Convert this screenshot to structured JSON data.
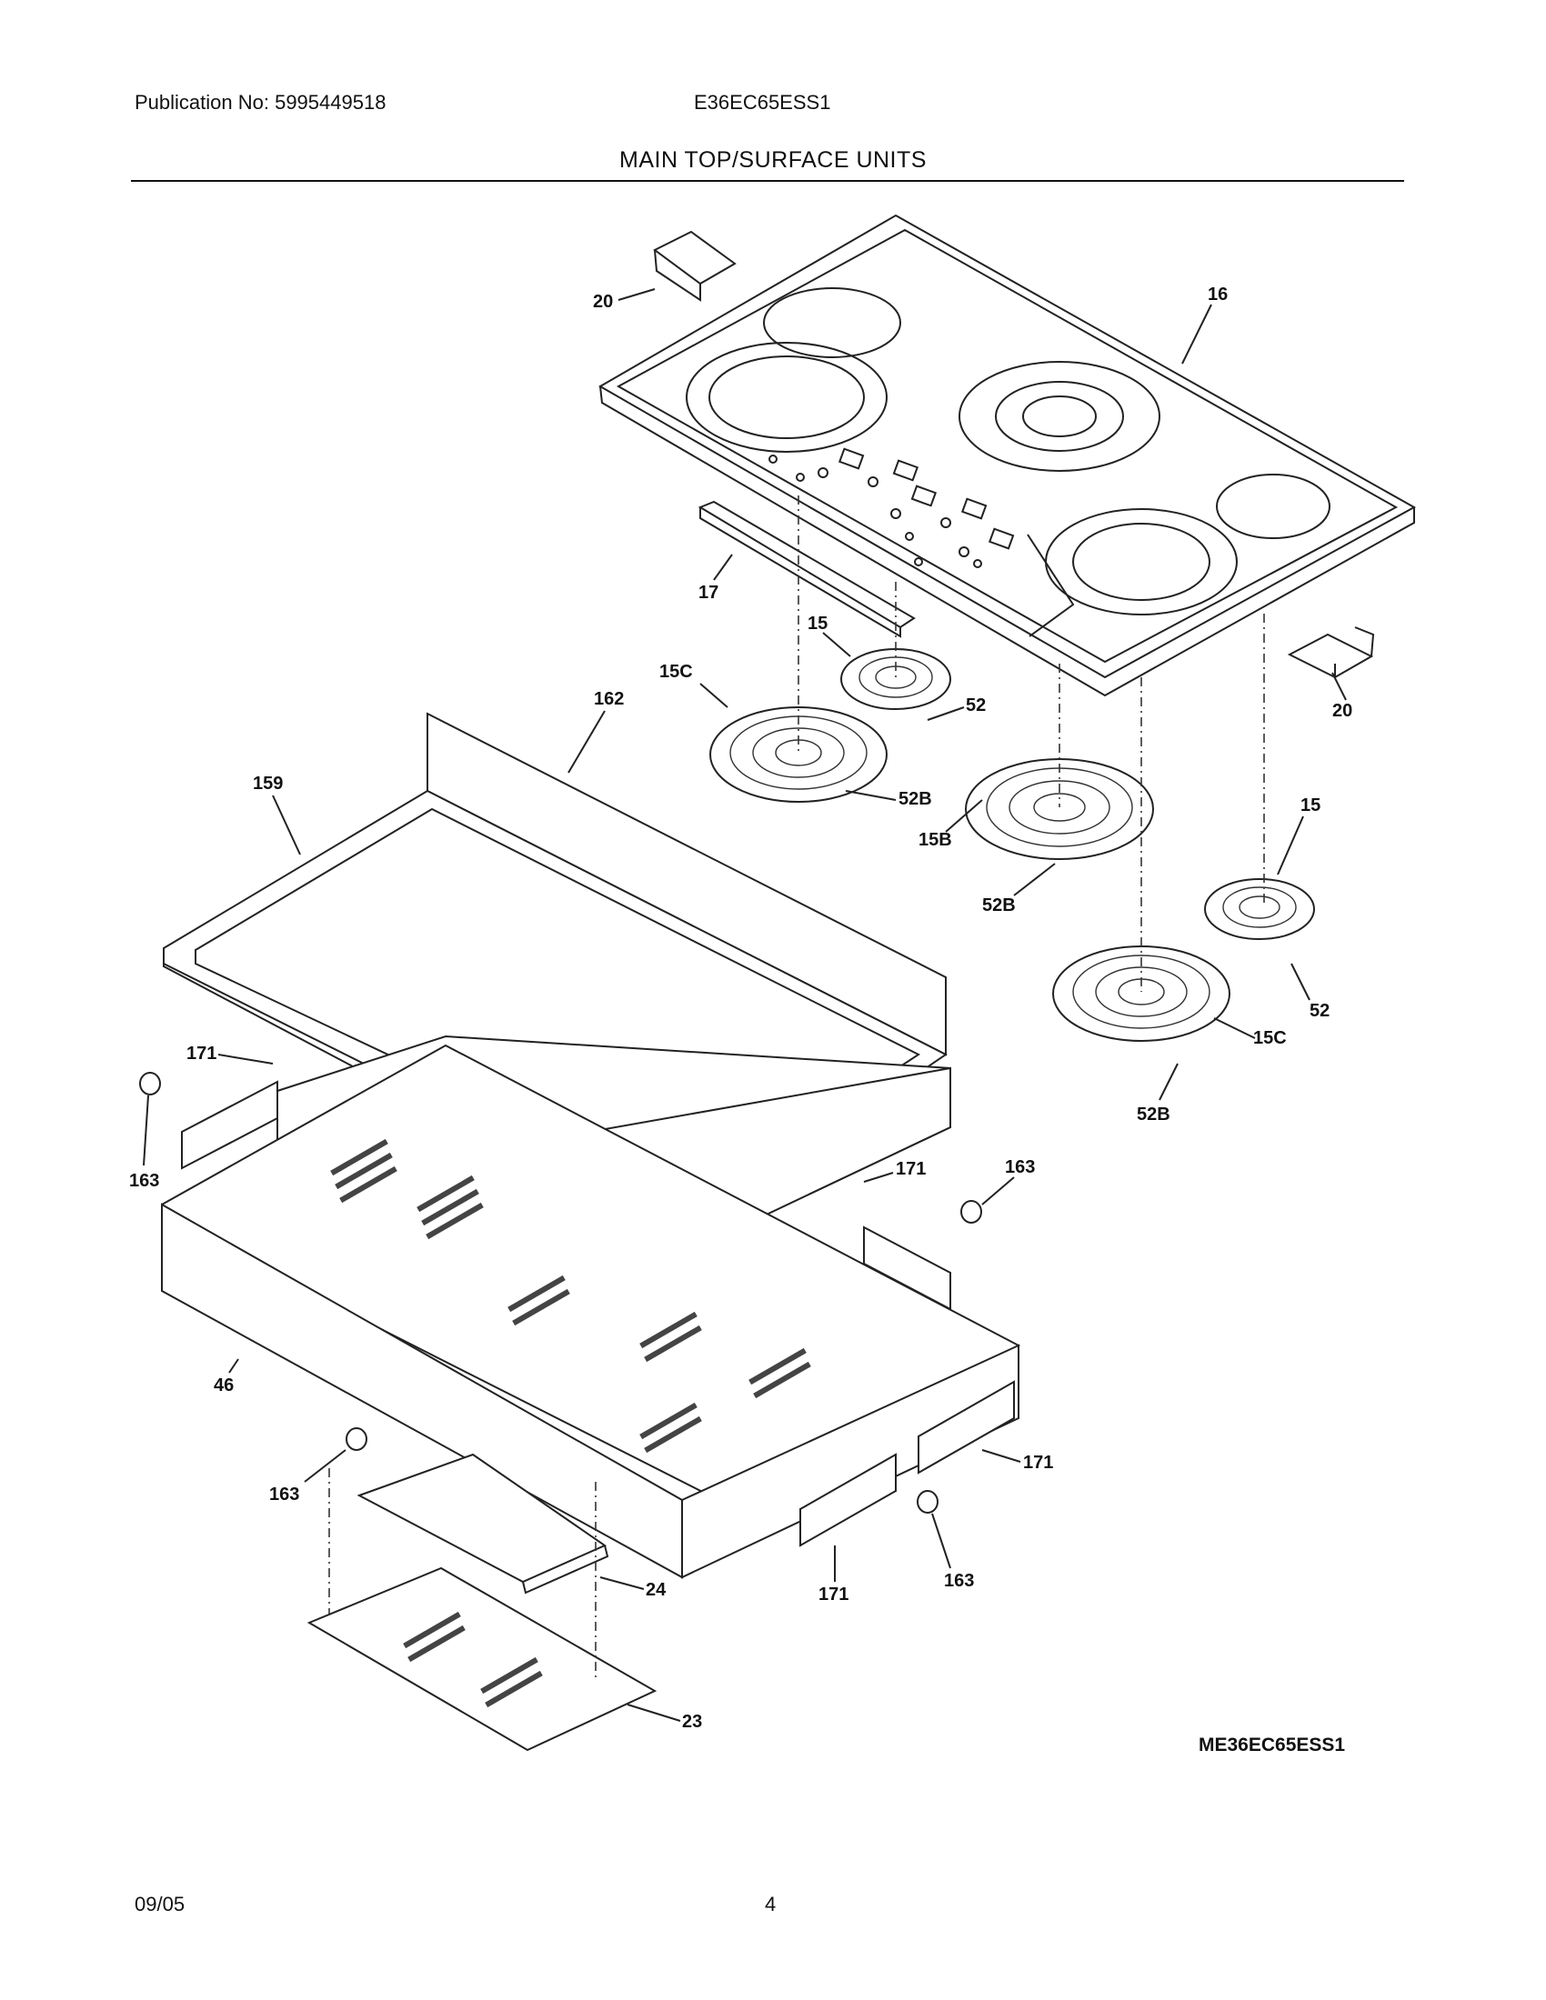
{
  "header": {
    "publication": "Publication No: 5995449518",
    "model": "E36EC65ESS1",
    "title": "MAIN TOP/SURFACE UNITS"
  },
  "diagram": {
    "code": "ME36EC65ESS1",
    "callouts": [
      "20",
      "16",
      "17",
      "15",
      "15C",
      "52",
      "52B",
      "162",
      "159",
      "20",
      "15",
      "15B",
      "52B",
      "52",
      "15C",
      "52B",
      "171",
      "163",
      "171",
      "163",
      "46",
      "163",
      "171",
      "24",
      "171",
      "163",
      "23"
    ]
  },
  "footer": {
    "date": "09/05",
    "page": "4"
  }
}
